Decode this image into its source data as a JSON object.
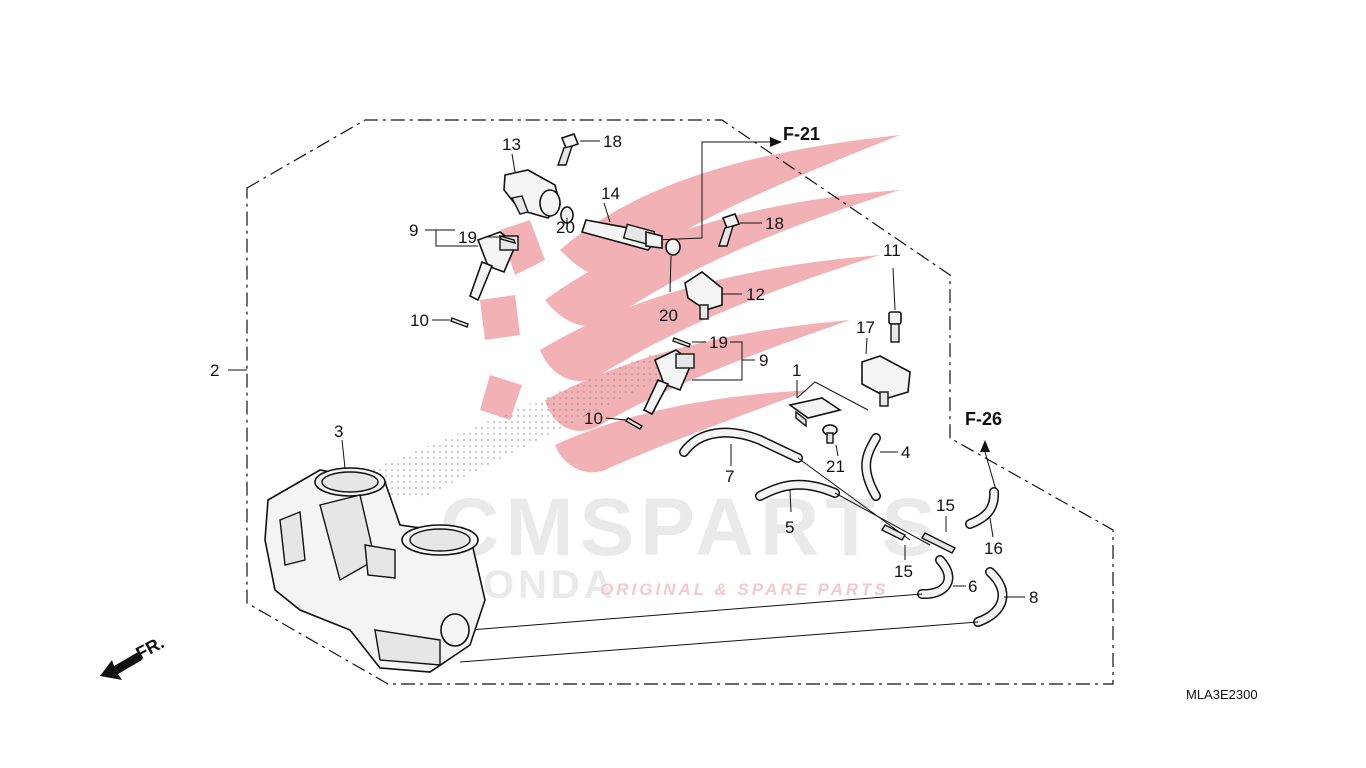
{
  "diagram": {
    "title_code": "MLA3E2300",
    "front_indicator": "FR.",
    "references": {
      "upper": "F-21",
      "right": "F-26"
    },
    "watermark": {
      "brand_text": "CMSPARTS",
      "make_text": "HONDA",
      "tagline": "ORIGINAL & SPARE PARTS",
      "colors": {
        "wing": "#e8747a",
        "text": "#d9d9d9"
      }
    },
    "callouts": {
      "c1": "1",
      "c2": "2",
      "c3": "3",
      "c4": "4",
      "c5": "5",
      "c6": "6",
      "c7": "7",
      "c8": "8",
      "c9a": "9",
      "c9b": "9",
      "c10a": "10",
      "c10b": "10",
      "c11": "11",
      "c12": "12",
      "c13": "13",
      "c14": "14",
      "c15a": "15",
      "c15b": "15",
      "c16": "16",
      "c17": "17",
      "c18a": "18",
      "c18b": "18",
      "c19a": "19",
      "c19b": "19",
      "c20a": "20",
      "c20b": "20",
      "c21": "21"
    }
  }
}
